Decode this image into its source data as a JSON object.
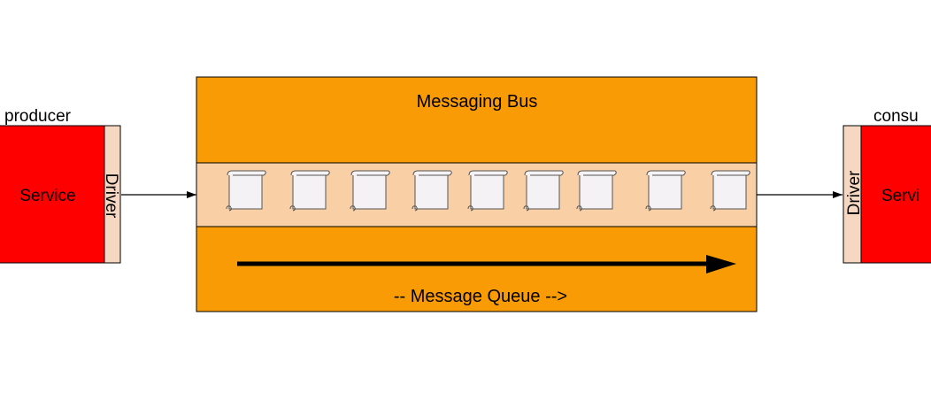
{
  "colors": {
    "background": "#ffffff",
    "bus_fill": "#f99b05",
    "queue_band_fill": "#f9cfa6",
    "service_fill": "#ff0000",
    "driver_fill": "#f6d7c2",
    "message_fill": "#f5f2f5",
    "outline": "#000000"
  },
  "producer": {
    "title": "producer",
    "service_label": "Service",
    "driver_label": "Driver"
  },
  "consumer": {
    "title": "consu",
    "service_label": "Servi",
    "driver_label": "Driver"
  },
  "bus": {
    "title": "Messaging Bus",
    "queue_label": "-- Message Queue -->",
    "message_count": 9,
    "message_icon": "scroll-icon"
  },
  "connectors": {
    "producer_to_bus": "arrow-right",
    "bus_to_consumer": "arrow-right",
    "queue_direction": "thick-arrow-right"
  }
}
